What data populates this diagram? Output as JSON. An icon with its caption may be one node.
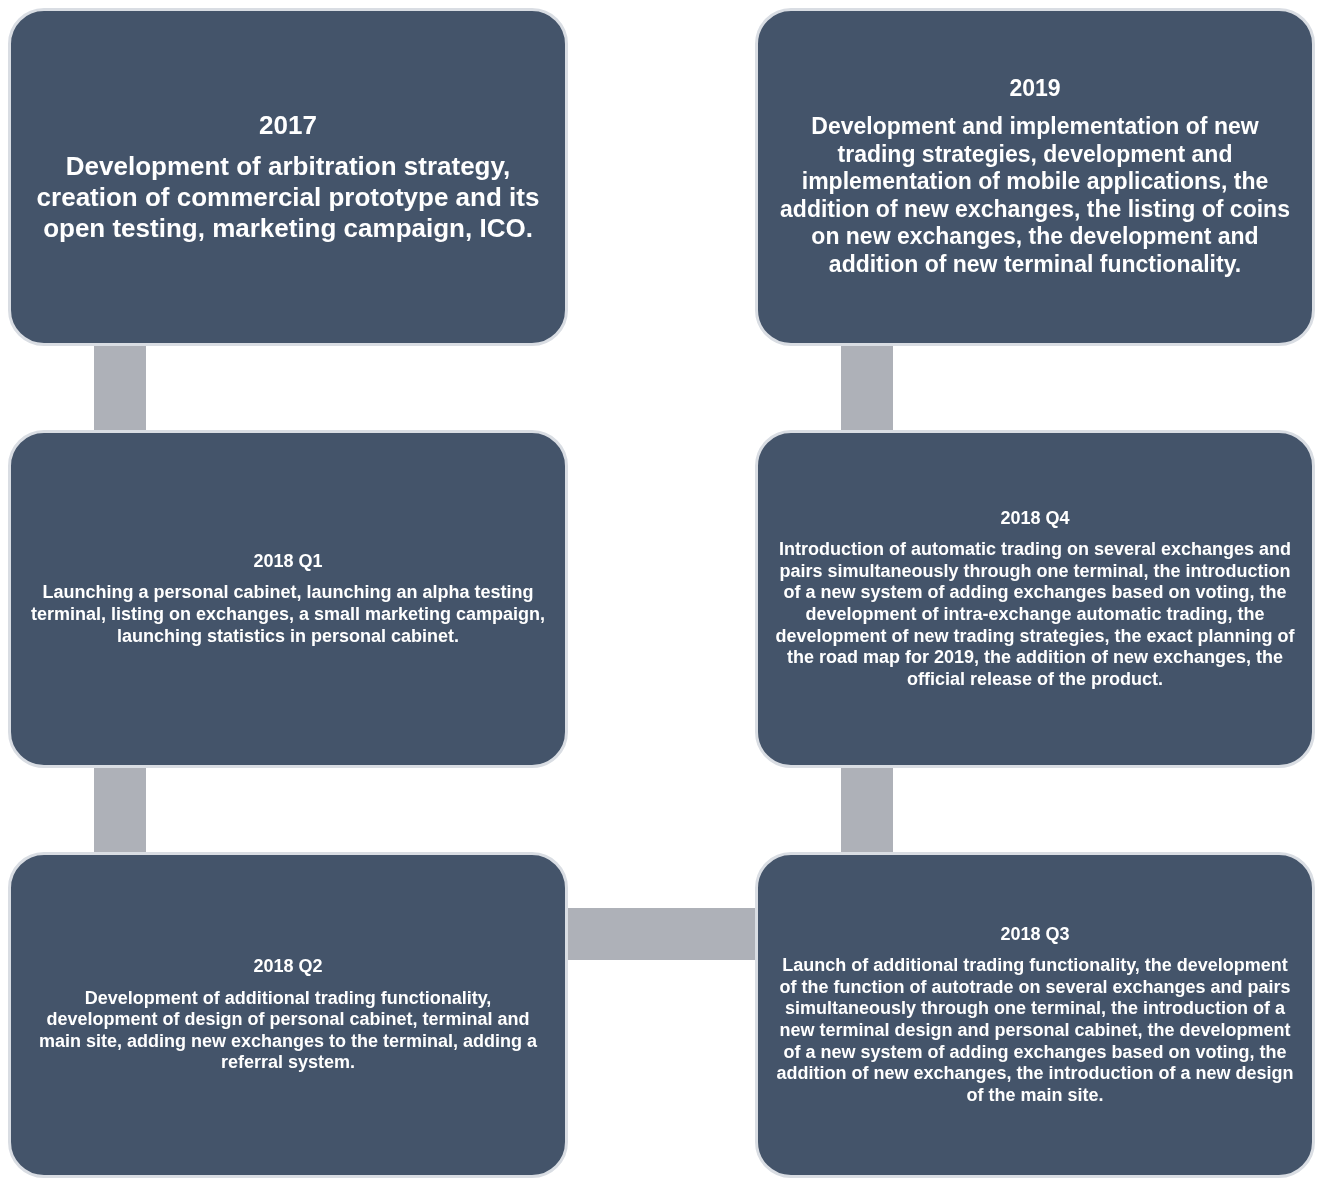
{
  "diagram": {
    "nodes": [
      {
        "text": [
          "2017",
          "Development of arbitration strategy, creation of commercial prototype and its open testing, marketing campaign, ICO."
        ]
      },
      {
        "text": [
          "2019",
          "Development and implementation of new trading strategies, development and implementation of mobile applications, the addition of new exchanges, the listing of coins on new exchanges, the development and addition of new terminal functionality."
        ]
      },
      {
        "text": [
          "2018 Q1",
          "Launching a personal cabinet, launching an alpha testing terminal, listing on exchanges, a small marketing campaign, launching statistics in personal cabinet."
        ]
      },
      {
        "text": [
          "2018 Q4",
          "Introduction of automatic trading on several exchanges and pairs simultaneously through one terminal, the introduction of a new system of adding exchanges based on voting, the development of intra-exchange automatic trading, the development of new trading strategies, the exact planning of the road map for 2019, the addition of new exchanges, the official release of the product."
        ]
      },
      {
        "text": [
          "2018 Q2",
          "Development of additional trading functionality, development of design of personal cabinet, terminal and main site, adding new exchanges to the terminal, adding a referral system."
        ]
      },
      {
        "text": [
          "2018 Q3",
          "Launch of additional trading functionality, the development of the function of autotrade on several exchanges and pairs simultaneously through one terminal, the introduction of a new terminal design and personal cabinet, the development of a new system of adding exchanges based on voting, the addition of new exchanges, the introduction of a new design of the main site."
        ]
      }
    ],
    "edges": [
      {
        "from": 0,
        "to": 2,
        "arrow": "none"
      },
      {
        "from": 2,
        "to": 4,
        "arrow": "none"
      },
      {
        "from": 4,
        "to": 5,
        "arrow": "none"
      },
      {
        "from": 5,
        "to": 3,
        "arrow": "none"
      },
      {
        "from": 3,
        "to": 1,
        "arrow": "none"
      }
    ]
  }
}
